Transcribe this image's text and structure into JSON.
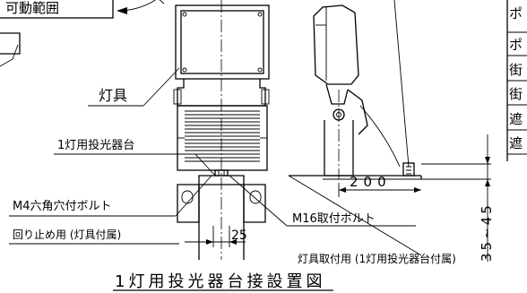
{
  "title": "1灯用投光器台接設置図",
  "labels": {
    "movable_range": "可動範囲",
    "fixture": "灯具",
    "one_lamp_base": "1灯用投光器台",
    "m4_bolt": "M4六角穴付ボルト",
    "anti_rotation": "回り止め用 (灯具付属)",
    "dim_25": "25",
    "m16_bolt": "M16取付ボルト",
    "m16_usage": "灯具取付用 (1灯用投光器台付属)",
    "dim_200": "200",
    "dim_35_45": "35~45"
  },
  "side_table_chars": [
    "ポ",
    "ポ",
    "街",
    "街",
    "遮",
    "遮"
  ]
}
